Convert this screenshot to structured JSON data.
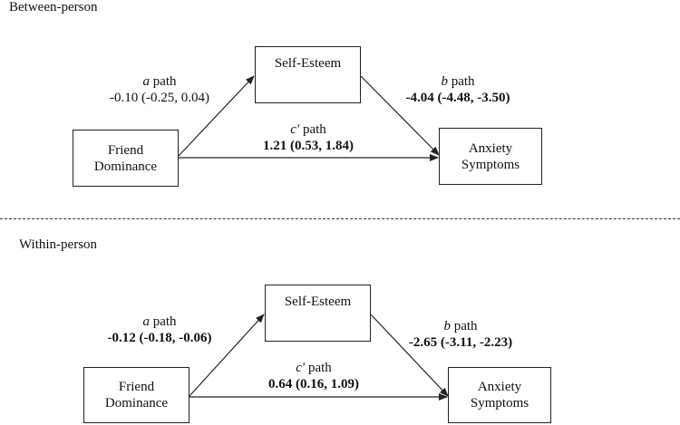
{
  "panels": [
    {
      "title": "Between-person",
      "nodes": {
        "mediator": "Self-Esteem",
        "x_line1": "Friend",
        "x_line2": "Dominance",
        "y_line1": "Anxiety",
        "y_line2": "Symptoms"
      },
      "paths": {
        "a": {
          "letter": "a",
          "word": "path",
          "estimate": "-0.10 (-0.25, 0.04)",
          "bold": false
        },
        "b": {
          "letter": "b",
          "word": "path",
          "estimate": "-4.04 (-4.48, -3.50)",
          "bold": true
        },
        "c": {
          "letter": "c′",
          "word": "path",
          "estimate": "1.21 (0.53, 1.84)",
          "bold": true
        }
      }
    },
    {
      "title": "Within-person",
      "nodes": {
        "mediator": "Self-Esteem",
        "x_line1": "Friend",
        "x_line2": "Dominance",
        "y_line1": "Anxiety",
        "y_line2": "Symptoms"
      },
      "paths": {
        "a": {
          "letter": "a",
          "word": "path",
          "estimate": "-0.12 (-0.18, -0.06)",
          "bold": true
        },
        "b": {
          "letter": "b",
          "word": "path",
          "estimate": "-2.65 (-3.11, -2.23)",
          "bold": true
        },
        "c": {
          "letter": "c′",
          "word": "path",
          "estimate": "0.64 (0.16, 1.09)",
          "bold": true
        }
      }
    }
  ]
}
